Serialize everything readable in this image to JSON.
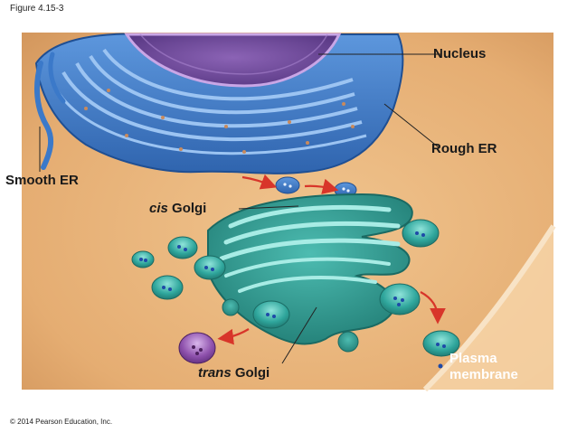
{
  "figure_number": "Figure 4.15-3",
  "copyright": "© 2014 Pearson Education, Inc.",
  "labels": {
    "nucleus": "Nucleus",
    "rough_er": "Rough ER",
    "smooth_er": "Smooth ER",
    "cis_golgi_prefix": "cis",
    "cis_golgi_suffix": " Golgi",
    "trans_golgi_prefix": "trans",
    "trans_golgi_suffix": " Golgi",
    "plasma_membrane_line1": "Plasma",
    "plasma_membrane_line2": "membrane"
  },
  "colors": {
    "cytoplasm": "#e7b47c",
    "nucleus": "#7a4f9e",
    "er": "#3b79c9",
    "golgi": "#2e9e94",
    "vesicle": "#2ea39a",
    "secretory_vesicle": "#8a4fa7",
    "arrow": "#d8352a"
  }
}
